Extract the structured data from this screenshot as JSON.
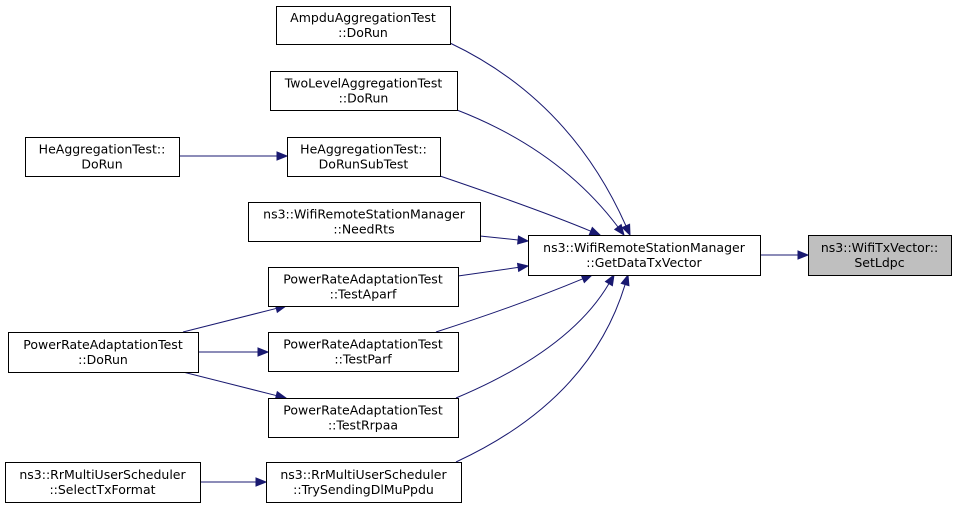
{
  "nodes": [
    {
      "id": "ampdu",
      "lines": [
        "AmpduAggregationTest",
        "::DoRun"
      ]
    },
    {
      "id": "twolevel",
      "lines": [
        "TwoLevelAggregationTest",
        "::DoRun"
      ]
    },
    {
      "id": "heagg_run",
      "lines": [
        "HeAggregationTest::",
        "DoRun"
      ]
    },
    {
      "id": "heagg_sub",
      "lines": [
        "HeAggregationTest::",
        "DoRunSubTest"
      ]
    },
    {
      "id": "needrts",
      "lines": [
        "ns3::WifiRemoteStationManager",
        "::NeedRts"
      ]
    },
    {
      "id": "getdata",
      "lines": [
        "ns3::WifiRemoteStationManager",
        "::GetDataTxVector"
      ]
    },
    {
      "id": "setldpc",
      "lines": [
        "ns3::WifiTxVector::",
        "SetLdpc"
      ]
    },
    {
      "id": "aparf",
      "lines": [
        "PowerRateAdaptationTest",
        "::TestAparf"
      ]
    },
    {
      "id": "prat_run",
      "lines": [
        "PowerRateAdaptationTest",
        "::DoRun"
      ]
    },
    {
      "id": "parf",
      "lines": [
        "PowerRateAdaptationTest",
        "::TestParf"
      ]
    },
    {
      "id": "rrpaa",
      "lines": [
        "PowerRateAdaptationTest",
        "::TestRrpaa"
      ]
    },
    {
      "id": "selecttx",
      "lines": [
        "ns3::RrMultiUserScheduler",
        "::SelectTxFormat"
      ]
    },
    {
      "id": "trysending",
      "lines": [
        "ns3::RrMultiUserScheduler",
        "::TrySendingDlMuPpdu"
      ]
    }
  ],
  "edges": [
    {
      "from": "getdata",
      "to": "setldpc"
    },
    {
      "from": "ampdu",
      "to": "getdata"
    },
    {
      "from": "twolevel",
      "to": "getdata"
    },
    {
      "from": "heagg_sub",
      "to": "getdata"
    },
    {
      "from": "needrts",
      "to": "getdata"
    },
    {
      "from": "aparf",
      "to": "getdata"
    },
    {
      "from": "parf",
      "to": "getdata"
    },
    {
      "from": "rrpaa",
      "to": "getdata"
    },
    {
      "from": "trysending",
      "to": "getdata"
    },
    {
      "from": "heagg_run",
      "to": "heagg_sub"
    },
    {
      "from": "prat_run",
      "to": "aparf"
    },
    {
      "from": "prat_run",
      "to": "parf"
    },
    {
      "from": "prat_run",
      "to": "rrpaa"
    },
    {
      "from": "selecttx",
      "to": "trysending"
    }
  ],
  "focus_node": "setldpc",
  "colors": {
    "edge": "#191970",
    "focus_fill": "#bfbfbf",
    "node_fill": "#ffffff"
  }
}
